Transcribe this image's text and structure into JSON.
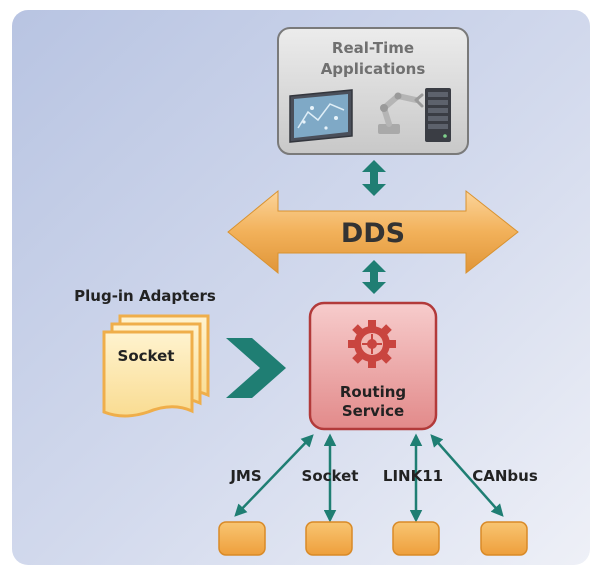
{
  "diagram": {
    "app_box": {
      "line1": "Real-Time",
      "line2": "Applications"
    },
    "bus_label": "DDS",
    "plugin_label": "Plug-in Adapters",
    "document_label": "Socket",
    "service": {
      "line1": "Routing",
      "line2": "Service"
    },
    "connectors": [
      {
        "label": "JMS"
      },
      {
        "label": "Socket"
      },
      {
        "label": "LINK11"
      },
      {
        "label": "CANbus"
      }
    ]
  },
  "icons": [
    "monitor-icon",
    "robot-arm-icon",
    "server-icon",
    "gear-icon",
    "chevron-right-icon",
    "document-stack-icon"
  ],
  "colors": {
    "background": "#c9d3ea",
    "app_box_fill": "#d9d9d9",
    "app_text": "#707070",
    "bus_orange": "#f0b35a",
    "teal_arrow": "#1f7e73",
    "service_red": "#e79a9a",
    "service_border": "#b23a3a",
    "endpoint_orange": "#f3ae4e",
    "document_yellow": "#fbe6ab"
  }
}
